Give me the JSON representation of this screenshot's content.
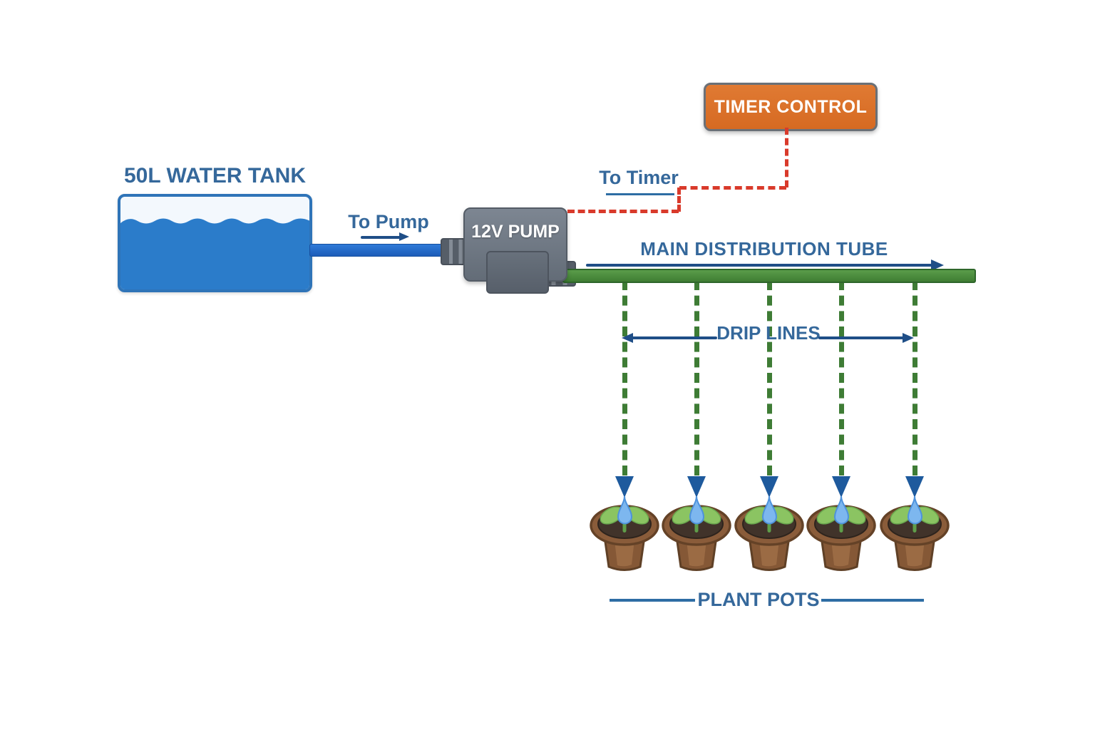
{
  "title": "Drip irrigation system diagram",
  "timer": {
    "label": "TIMER CONTROL"
  },
  "tank": {
    "label": "50L WATER TANK"
  },
  "pump": {
    "label": "12V PUMP"
  },
  "labels": {
    "to_pump": "To Pump",
    "to_timer": "To Timer",
    "main_tube": "MAIN DISTRIBUTION TUBE",
    "drip_lines": "DRIP LINES",
    "plant_pots": "PLANT POTS"
  },
  "pots": {
    "count": 5
  },
  "colors": {
    "label_blue": "#35689b",
    "arrow_blue": "#1f4e87",
    "timer_orange": "#d96f28",
    "wire_red": "#d93a2b",
    "pipe_blue": "#1f65c9",
    "water_blue": "#2b7cca",
    "tube_green": "#4e9140",
    "drip_green": "#3e7c35",
    "pump_gray": "#6e7680",
    "pot_brown": "#8a5c3a",
    "leaf_green": "#8bc462",
    "drop_blue": "#7db7ef"
  }
}
